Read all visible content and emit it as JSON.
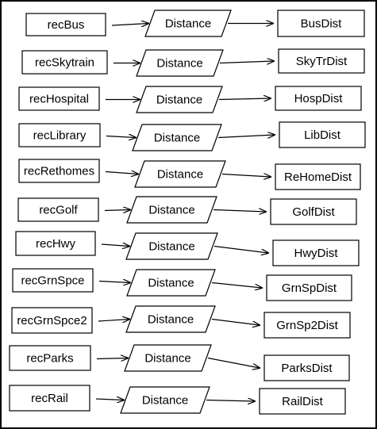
{
  "colors": {
    "stroke": "#000000",
    "background": "#ffffff"
  },
  "rows": [
    {
      "input": "recBus",
      "process": "Distance",
      "output": "BusDist"
    },
    {
      "input": "recSkytrain",
      "process": "Distance",
      "output": "SkyTrDist"
    },
    {
      "input": "recHospital",
      "process": "Distance",
      "output": "HospDist"
    },
    {
      "input": "recLibrary",
      "process": "Distance",
      "output": "LibDist"
    },
    {
      "input": "recRethomes",
      "process": "Distance",
      "output": "ReHomeDist"
    },
    {
      "input": "recGolf",
      "process": "Distance",
      "output": "GolfDist"
    },
    {
      "input": "recHwy",
      "process": "Distance",
      "output": "HwyDist"
    },
    {
      "input": "recGrnSpce",
      "process": "Distance",
      "output": "GrnSpDist"
    },
    {
      "input": "recGrnSpce2",
      "process": "Distance",
      "output": "GrnSp2Dist"
    },
    {
      "input": "recParks",
      "process": "Distance",
      "output": "ParksDist"
    },
    {
      "input": "recRail",
      "process": "Distance",
      "output": "RailDist"
    }
  ]
}
